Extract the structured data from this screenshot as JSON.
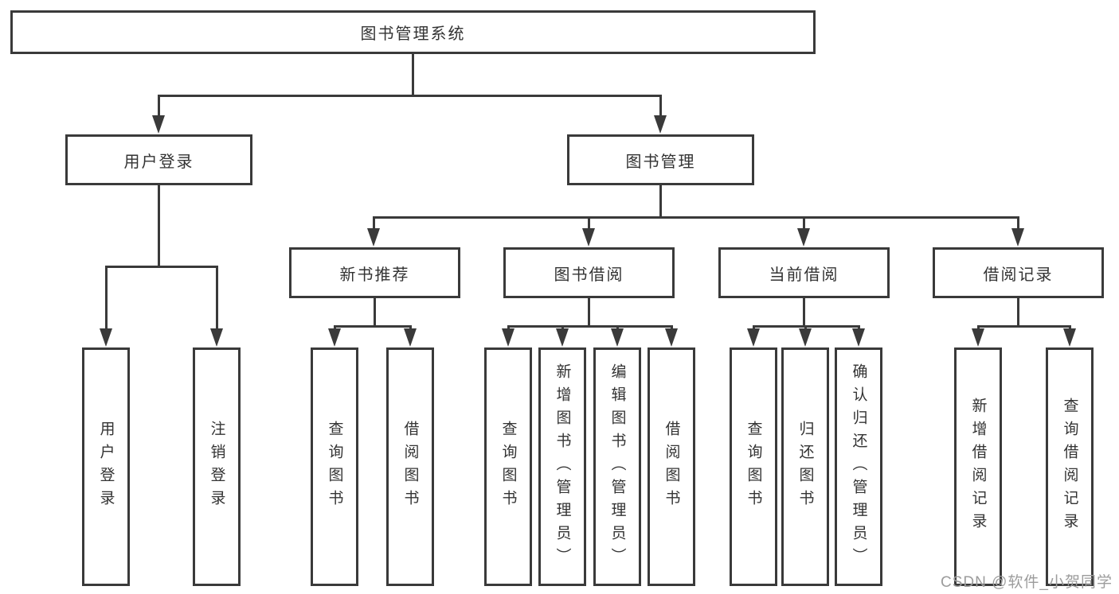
{
  "nodes": {
    "root": {
      "label": "图书管理系统"
    },
    "l2": [
      {
        "label": "用户登录"
      },
      {
        "label": "图书管理"
      }
    ],
    "l3": [
      {
        "label": "新书推荐"
      },
      {
        "label": "图书借阅"
      },
      {
        "label": "当前借阅"
      },
      {
        "label": "借阅记录"
      }
    ],
    "l4": {
      "user_login": [
        {
          "label": "用户登录"
        },
        {
          "label": "注销登录"
        }
      ],
      "new_book": [
        {
          "label": "查询图书"
        },
        {
          "label": "借阅图书"
        }
      ],
      "book_borrow": [
        {
          "label": "查询图书"
        },
        {
          "label": "新增图书（管理员）"
        },
        {
          "label": "编辑图书（管理员）"
        },
        {
          "label": "借阅图书"
        }
      ],
      "current_borrow": [
        {
          "label": "查询图书"
        },
        {
          "label": "归还图书"
        },
        {
          "label": "确认归还（管理员）"
        }
      ],
      "borrow_record": [
        {
          "label": "新增借阅记录"
        },
        {
          "label": "查询借阅记录"
        }
      ]
    }
  },
  "watermark": {
    "label": "CSDN @软件_小贺同学"
  },
  "colors": {
    "line": "#3a3a3a",
    "text": "#333333",
    "watermark": "#9c9c9c",
    "background": "#ffffff"
  }
}
